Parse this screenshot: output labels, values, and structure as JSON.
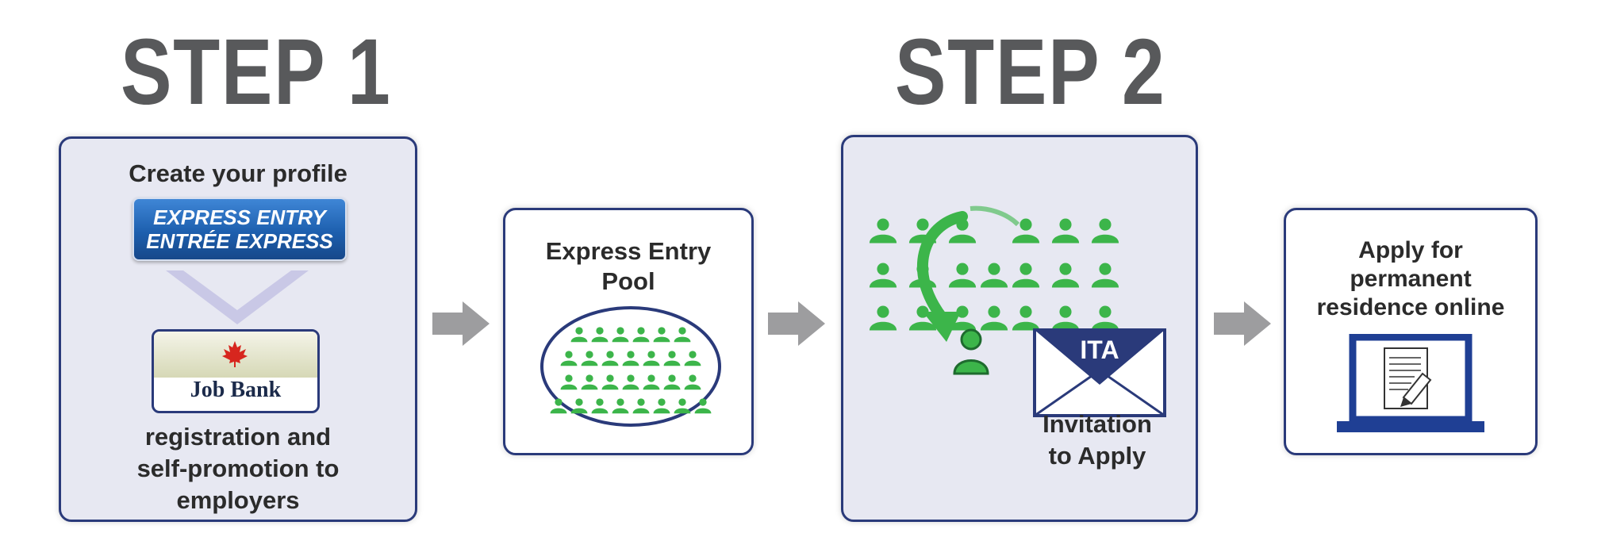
{
  "step1": {
    "title": "STEP 1",
    "create_profile": "Create your profile",
    "ee_logo_line1": "EXPRESS ENTRY",
    "ee_logo_line2": "ENTRÉE EXPRESS",
    "job_bank": "Job Bank",
    "registration_line1": "registration and",
    "registration_line2": "self-promotion to",
    "registration_line3": "employers"
  },
  "pool": {
    "line1": "Express Entry",
    "line2": "Pool"
  },
  "step2": {
    "title": "STEP 2",
    "ita_badge": "ITA",
    "invitation_line1": "Invitation",
    "invitation_line2": "to Apply"
  },
  "apply": {
    "line1": "Apply for",
    "line2": "permanent",
    "line3": "residence online"
  },
  "colors": {
    "box_border": "#2a3a7a",
    "step_box_fill": "#e7e8f2",
    "person_green": "#3cb54a",
    "arrow_gray": "#9d9d9f",
    "title_gray": "#58595b",
    "logo_blue": "#1d5fae"
  },
  "icons": [
    "maple-leaf-icon",
    "person-icon",
    "envelope-icon",
    "laptop-document-icon",
    "curved-arrow-icon",
    "right-arrow-icon"
  ]
}
